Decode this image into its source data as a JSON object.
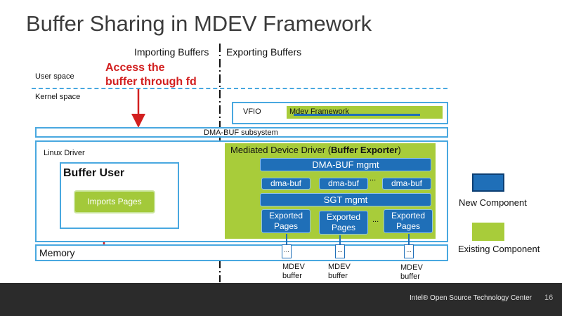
{
  "title": "Buffer Sharing in MDEV Framework",
  "headers": {
    "importing": "Importing Buffers",
    "exporting": "Exporting Buffers"
  },
  "labels": {
    "user_space": "User space",
    "kernel_space": "Kernel space",
    "access_line1": "Access the",
    "access_line2": "buffer through fd",
    "vfio": "VFIO",
    "mdev_framework": "Mdev Framework",
    "dma_buf_subsystem": "DMA-BUF subsystem",
    "linux_driver": "Linux Driver",
    "mdd_prefix": "Mediated Device Driver (",
    "mdd_bold": "Buffer Exporter",
    "mdd_suffix": ")",
    "buffer_user": "Buffer User",
    "imports_pages": "Imports Pages",
    "dma_buf_mgmt": "DMA-BUF mgmt",
    "dma_buf": "dma-buf",
    "ellipsis": "...",
    "sgt_mgmt": "SGT mgmt",
    "exported_pages": [
      "Exported",
      "Pages"
    ],
    "memory": "Memory",
    "mdev_buffer": [
      "MDEV",
      "buffer"
    ]
  },
  "legend": {
    "new_component": "New Component",
    "existing_component": "Existing Component"
  },
  "colors": {
    "new_component": "#1f6fb8",
    "existing_component": "#a8cc3a",
    "accent_red": "#d21f1f",
    "outline_blue": "#49a8e0"
  },
  "footer": {
    "text": "Intel® Open Source Technology Center",
    "page": "16"
  }
}
